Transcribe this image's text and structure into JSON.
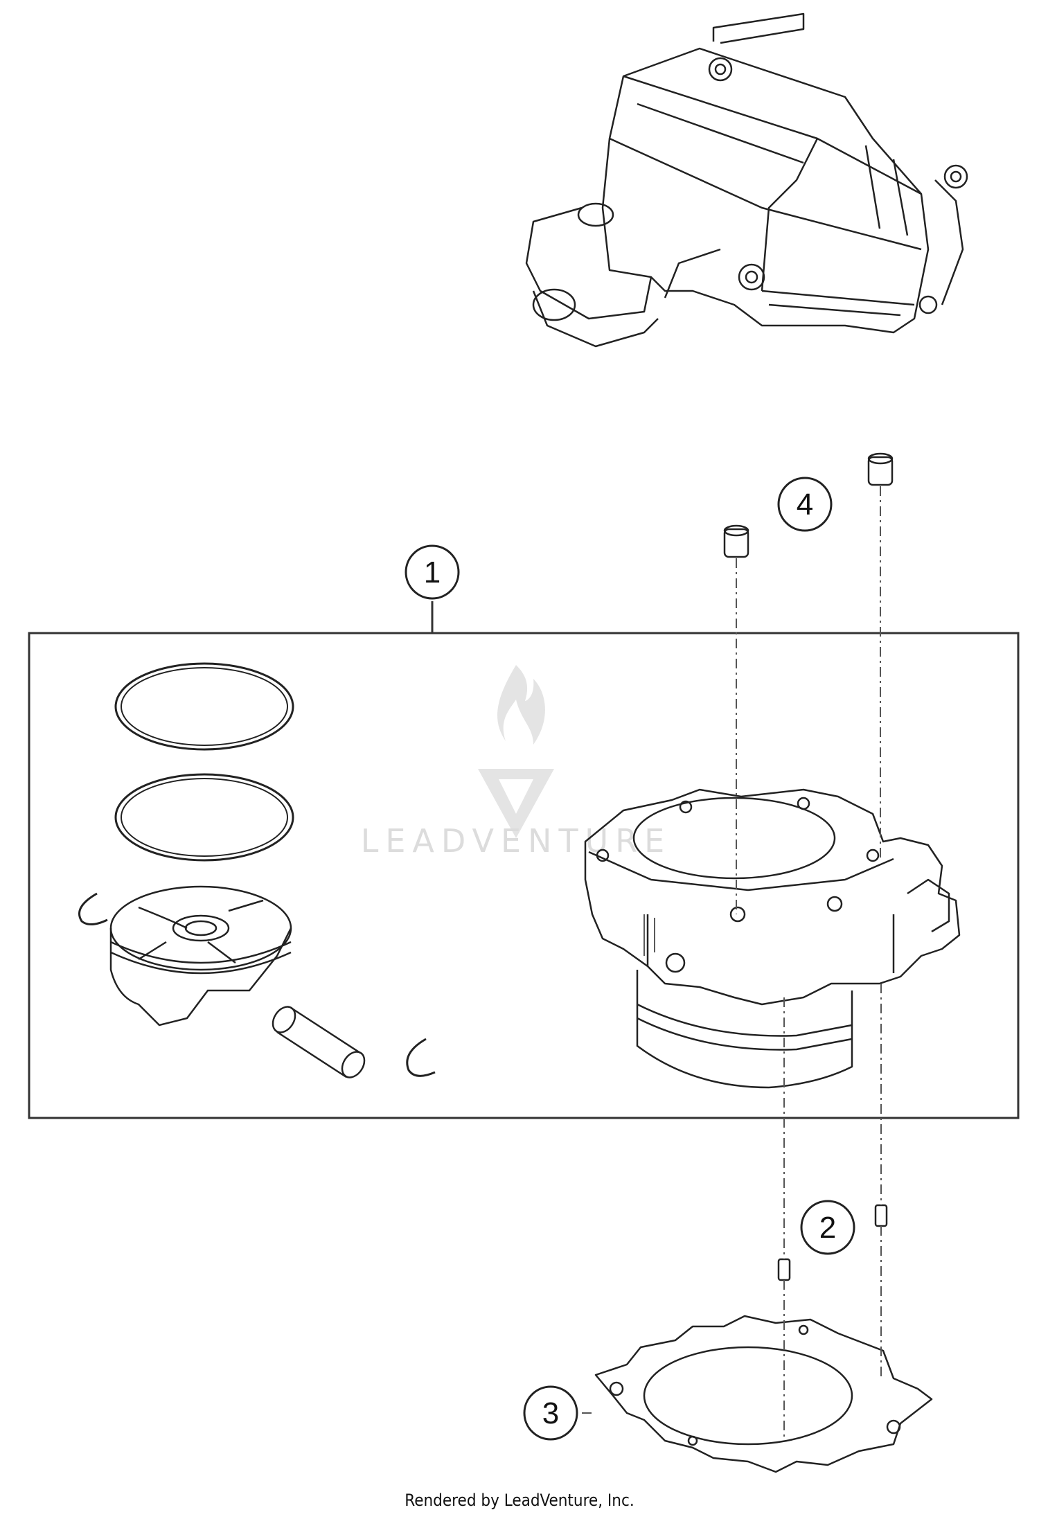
{
  "diagram": {
    "callouts": [
      {
        "id": "1",
        "label": "1"
      },
      {
        "id": "2",
        "label": "2"
      },
      {
        "id": "3",
        "label": "3"
      },
      {
        "id": "4",
        "label": "4"
      }
    ],
    "watermark": {
      "text": "LEADVENTURE"
    },
    "colors": {
      "line": "#222222",
      "light_line": "#555555",
      "watermark": "#dcdcdc",
      "background": "#ffffff"
    }
  },
  "footer": {
    "text": "Rendered by LeadVenture, Inc."
  }
}
